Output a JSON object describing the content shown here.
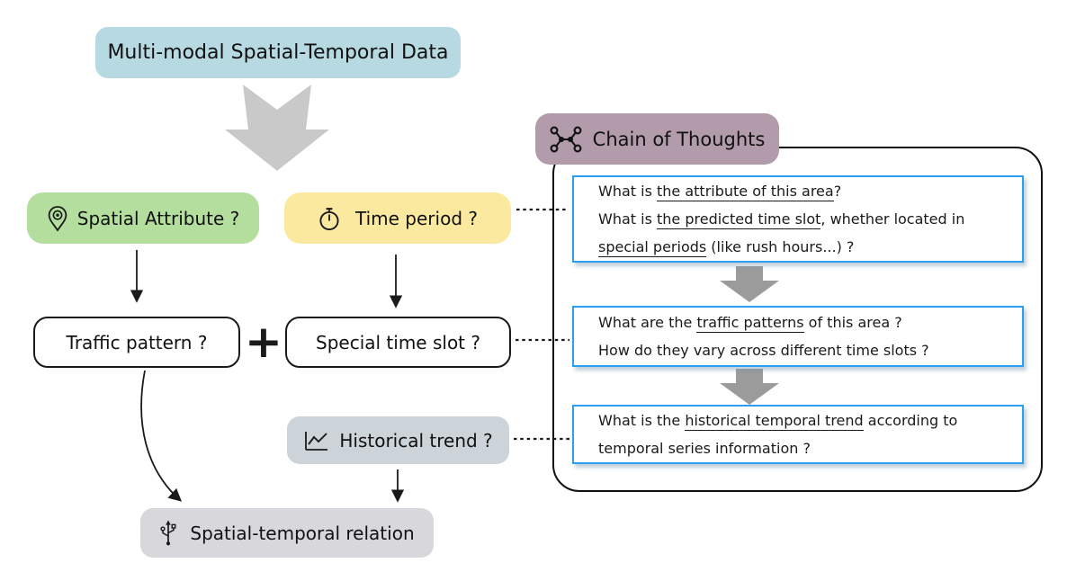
{
  "title_box": {
    "label": "Multi-modal Spatial-Temporal Data"
  },
  "nodes": {
    "spatial_attribute": {
      "label": "Spatial Attribute ?",
      "icon": "location-pin-icon"
    },
    "time_period": {
      "label": "Time period ?",
      "icon": "stopwatch-icon"
    },
    "traffic_pattern": {
      "label": "Traffic pattern ?"
    },
    "plus_sign": "+",
    "special_time_slot": {
      "label": "Special time slot ?"
    },
    "historical_trend": {
      "label": "Historical trend ?",
      "icon": "line-chart-icon"
    },
    "spatial_temporal_relation": {
      "label": "Spatial-temporal relation",
      "icon": "usb-icon"
    }
  },
  "cot": {
    "header": {
      "label": "Chain of Thoughts",
      "icon": "network-icon"
    },
    "boxes": [
      {
        "lines": [
          [
            {
              "t": "What is "
            },
            {
              "t": "the attribute of this area",
              "u": true
            },
            {
              "t": "?"
            }
          ],
          [
            {
              "t": "What is "
            },
            {
              "t": "the predicted time slot",
              "u": true
            },
            {
              "t": ", whether located in"
            }
          ],
          [
            {
              "t": "special periods",
              "u": true
            },
            {
              "t": " (like rush hours...) ?"
            }
          ]
        ]
      },
      {
        "lines": [
          [
            {
              "t": "What are the "
            },
            {
              "t": "traffic patterns",
              "u": true
            },
            {
              "t": " of this area ?"
            }
          ],
          [
            {
              "t": "How do they vary across different time slots ?"
            }
          ]
        ]
      },
      {
        "lines": [
          [
            {
              "t": "What is the "
            },
            {
              "t": "historical temporal trend",
              "u": true
            },
            {
              "t": " according to"
            }
          ],
          [
            {
              "t": "temporal series information ?"
            }
          ]
        ]
      }
    ]
  },
  "colors": {
    "title_blue": "#b7d9e2",
    "green": "#b3de9e",
    "yellow": "#fce9a0",
    "mauve": "#b29cab",
    "gray_blue": "#ccd3d9",
    "gray": "#d8d8dc",
    "big_arrow_gray": "#c9c9c9",
    "step_arrow_gray": "#9b9b9b",
    "question_border_blue": "#2b9ff0",
    "ink": "#1a1a1a"
  }
}
